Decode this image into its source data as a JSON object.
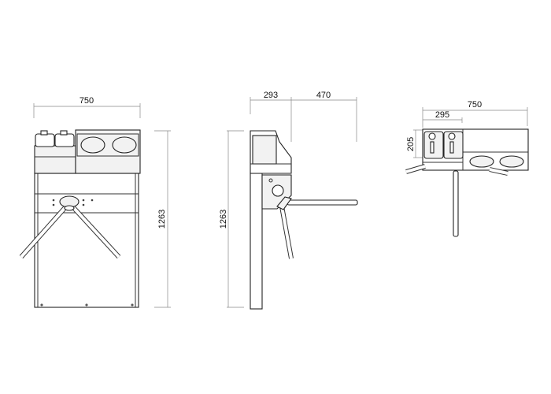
{
  "drawing": {
    "front_view": {
      "width_label": "750",
      "height_label": "1263"
    },
    "side_view": {
      "depth_label": "293",
      "arm_label": "470",
      "height_label": "1263"
    },
    "top_view": {
      "width_label": "750",
      "block_label": "295",
      "depth_label": "205"
    }
  }
}
